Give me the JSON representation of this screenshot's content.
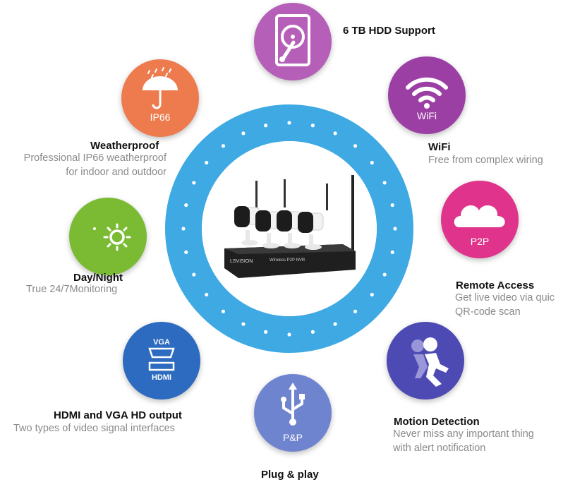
{
  "colors": {
    "ring": "#3ea9e3",
    "hdd": "#b65fb8",
    "wifi": "#9c3fa5",
    "p2p": "#e0338b",
    "motion": "#4e4ab3",
    "usb": "#6f84cf",
    "hdmi": "#2c6bbf",
    "daynight": "#7bbb33",
    "weather": "#ee7b4e"
  },
  "product": {
    "brand": "LSVISION",
    "label": "Wireless P2P NVR"
  },
  "features": {
    "hdd": {
      "icon": "hard-drive-icon",
      "title": "6 TB HDD Support"
    },
    "wifi": {
      "icon": "wifi-icon",
      "badge": "WiFi",
      "title": "WiFi",
      "desc": [
        "Free from complex wiring"
      ]
    },
    "p2p": {
      "icon": "cloud-icon",
      "badge": "P2P",
      "title": "Remote Access",
      "desc": [
        "Get live video via quic",
        "QR-code scan"
      ]
    },
    "motion": {
      "icon": "running-figure-icon",
      "title": "Motion Detection",
      "desc": [
        "Never miss any important thing",
        "with alert notification"
      ]
    },
    "plug": {
      "icon": "usb-icon",
      "badge": "P&P",
      "title": "Plug & play"
    },
    "hdmi": {
      "icon": "vga-hdmi-icon",
      "badge_top": "VGA",
      "badge_bottom": "HDMI",
      "title": "HDMI and VGA HD output",
      "desc": [
        "Two types of video signal interfaces"
      ]
    },
    "daynight": {
      "icon": "moon-sun-icon",
      "title": "Day/Night",
      "desc": [
        "True 24/7Monitoring"
      ]
    },
    "weather": {
      "icon": "umbrella-rain-icon",
      "badge": "IP66",
      "title": "Weatherproof",
      "desc": [
        "Professional IP66 weatherproof",
        "for indoor and outdoor"
      ]
    }
  }
}
